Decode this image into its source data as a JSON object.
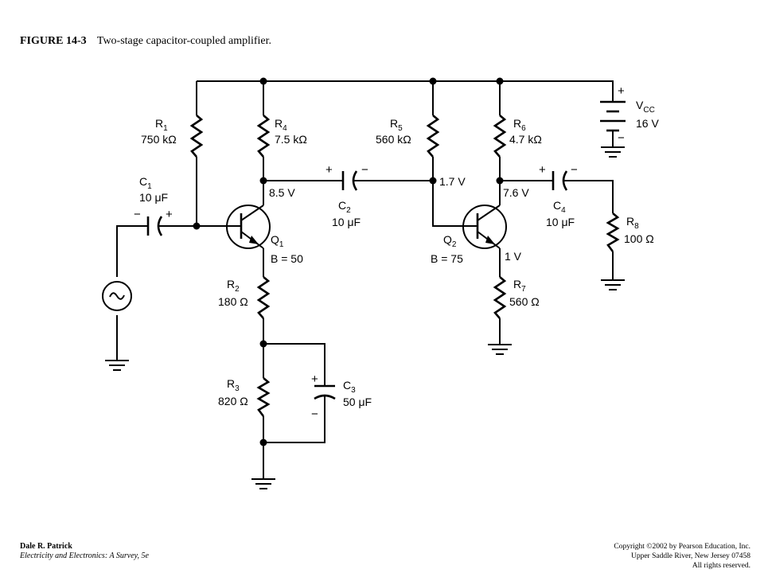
{
  "caption": {
    "figure": "FIGURE 14-3",
    "title": "Two-stage capacitor-coupled amplifier."
  },
  "components": {
    "r1": {
      "name": "R",
      "sub": "1",
      "value": "750 kΩ"
    },
    "r2": {
      "name": "R",
      "sub": "2",
      "value": "180 Ω"
    },
    "r3": {
      "name": "R",
      "sub": "3",
      "value": "820 Ω"
    },
    "r4": {
      "name": "R",
      "sub": "4",
      "value": "7.5 kΩ"
    },
    "r5": {
      "name": "R",
      "sub": "5",
      "value": "560 kΩ"
    },
    "r6": {
      "name": "R",
      "sub": "6",
      "value": "4.7 kΩ"
    },
    "r7": {
      "name": "R",
      "sub": "7",
      "value": "560 Ω"
    },
    "r8": {
      "name": "R",
      "sub": "8",
      "value": "100 Ω"
    },
    "c1": {
      "name": "C",
      "sub": "1",
      "value": "10 μF"
    },
    "c2": {
      "name": "C",
      "sub": "2",
      "value": "10 μF"
    },
    "c3": {
      "name": "C",
      "sub": "3",
      "value": "50 μF"
    },
    "c4": {
      "name": "C",
      "sub": "4",
      "value": "10 μF"
    },
    "q1": {
      "name": "Q",
      "sub": "1",
      "beta": "B = 50"
    },
    "q2": {
      "name": "Q",
      "sub": "2",
      "beta": "B = 75"
    },
    "vcc": {
      "name": "V",
      "sub": "CC",
      "value": "16 V"
    }
  },
  "voltages": {
    "q1_collector": "8.5 V",
    "q2_base": "1.7 V",
    "q2_collector": "7.6 V",
    "q2_emitter": "1 V"
  },
  "signs": {
    "plus": "+",
    "minus": "−"
  },
  "footer": {
    "author": "Dale R. Patrick",
    "book": "Electricity and Electronics: A Survey, 5e",
    "copyright_1": "Copyright ©2002 by Pearson Education, Inc.",
    "copyright_2": "Upper Saddle River, New Jersey 07458",
    "copyright_3": "All rights reserved."
  }
}
